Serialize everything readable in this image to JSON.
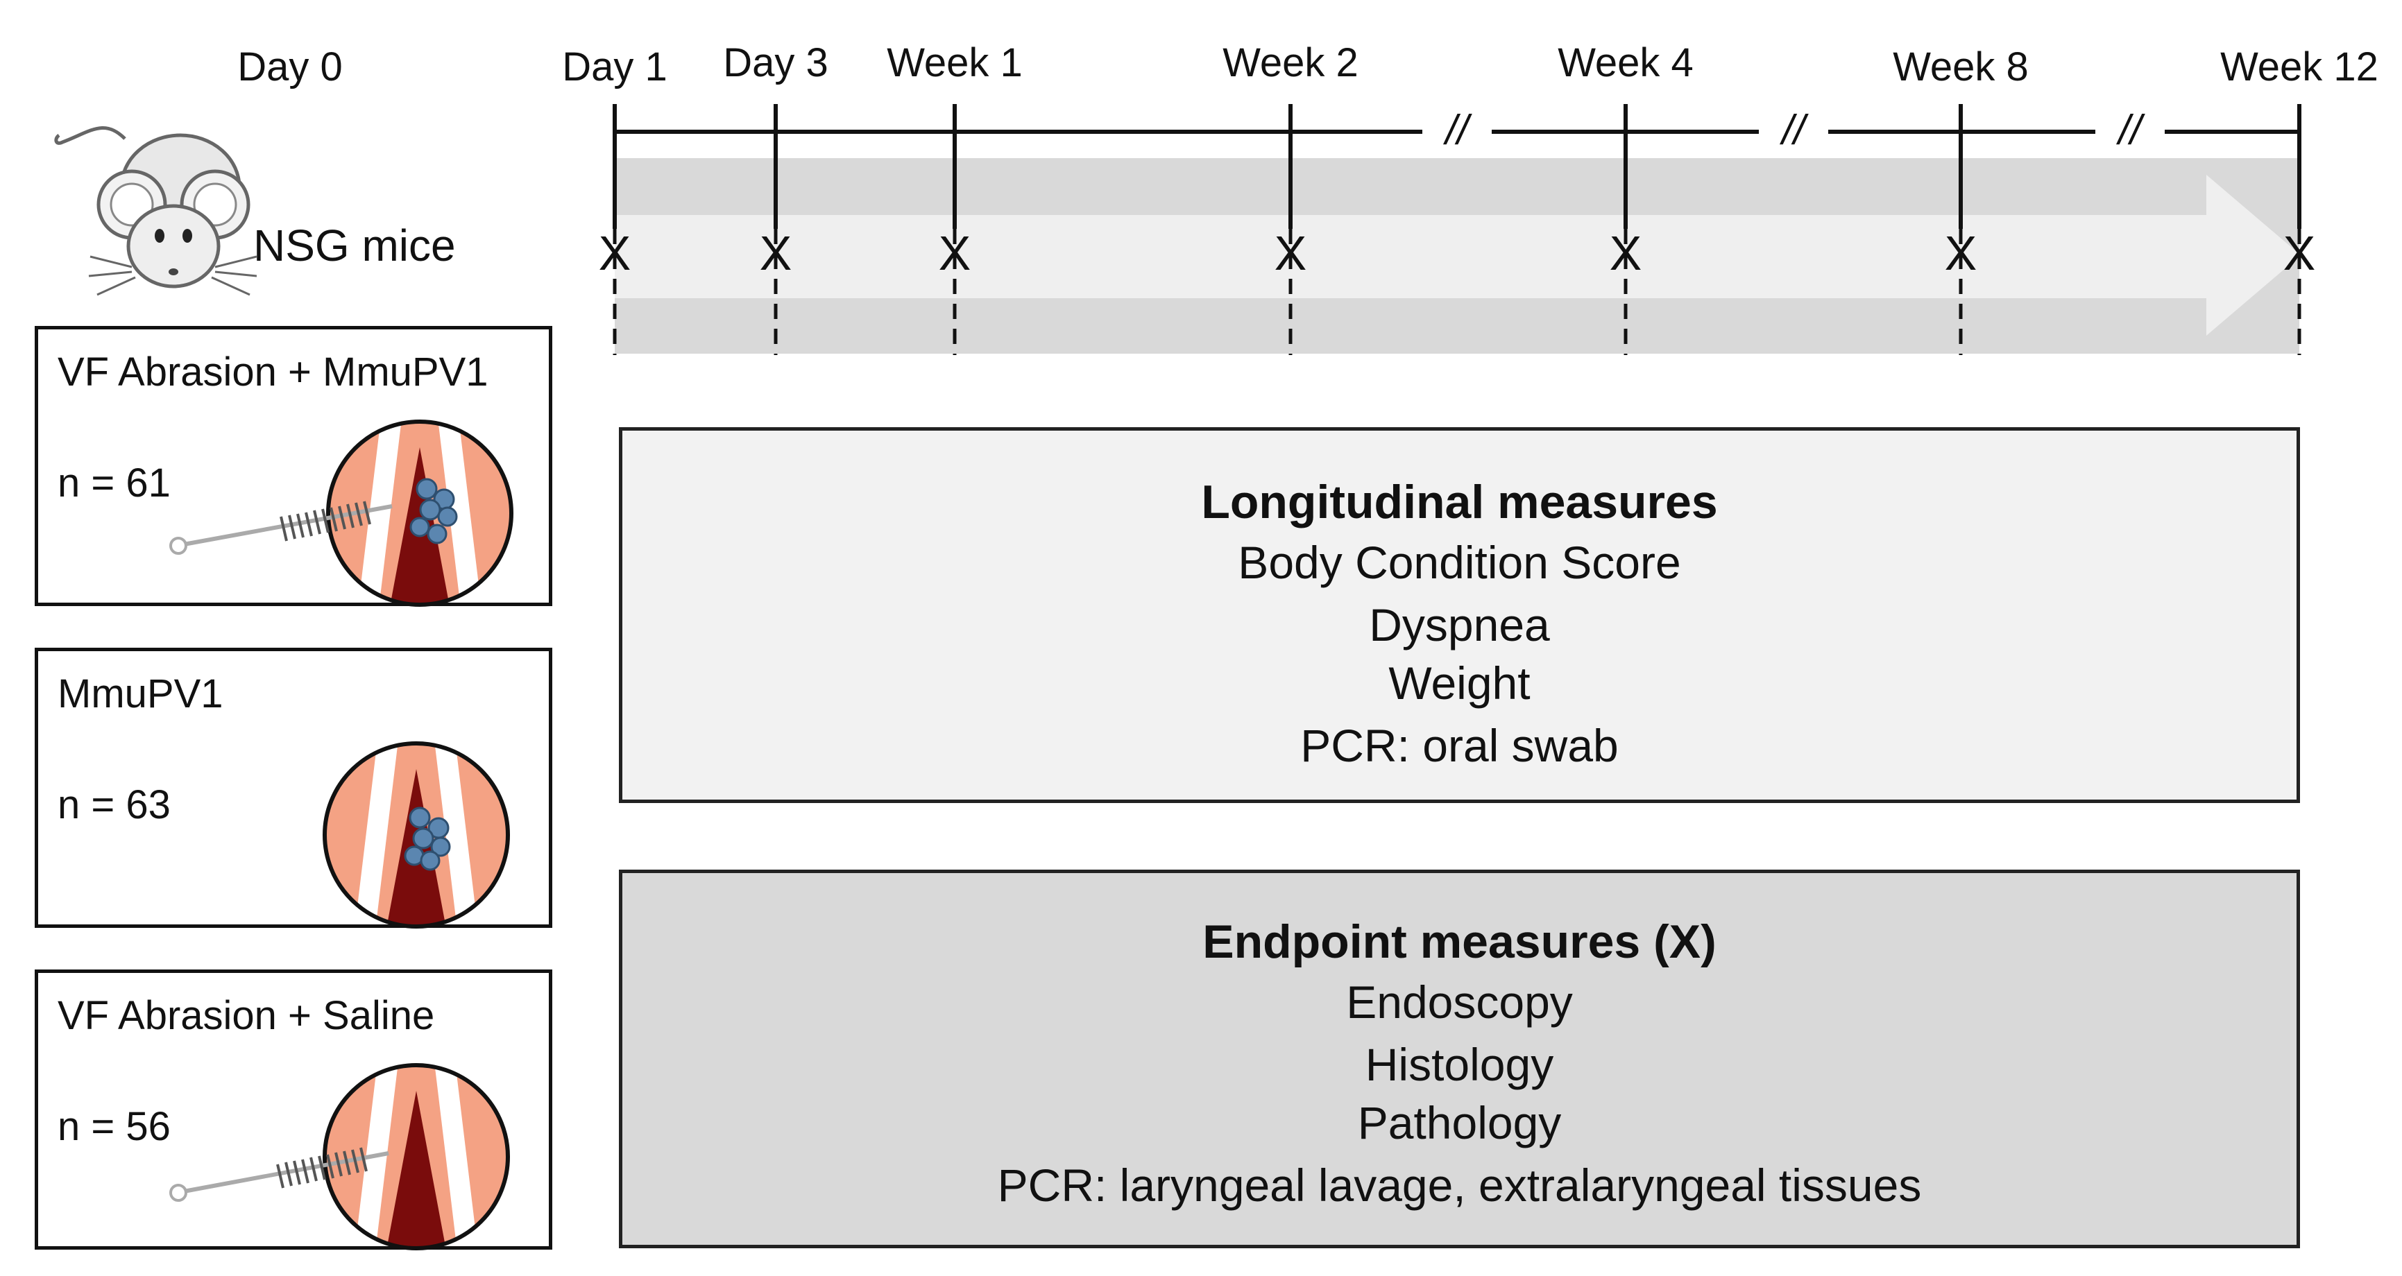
{
  "timeline": {
    "start_label": "Day 0",
    "points": [
      "Day 1",
      "Day 3",
      "Week 1",
      "Week 2",
      "Week 4",
      "Week 8",
      "Week 12"
    ],
    "break_marker": "//",
    "endpoint_marker": "X"
  },
  "mouse": {
    "label": "NSG mice"
  },
  "groups": [
    {
      "title": "VF Abrasion + MmuPV1",
      "n_label": "n = 61",
      "abrasion": true,
      "virus": true
    },
    {
      "title": "MmuPV1",
      "n_label": "n = 63",
      "abrasion": false,
      "virus": true
    },
    {
      "title": "VF Abrasion + Saline",
      "n_label": "n = 56",
      "abrasion": true,
      "virus": false
    }
  ],
  "longitudinal": {
    "heading": "Longitudinal measures",
    "items": [
      "Body Condition Score",
      "Dyspnea",
      "Weight",
      "PCR: oral swab"
    ]
  },
  "endpoint": {
    "heading": "Endpoint measures (X)",
    "items": [
      "Endoscopy",
      "Histology",
      "Pathology",
      "PCR: laryngeal lavage, extralaryngeal tissues"
    ]
  },
  "colors": {
    "tissue_pink": "#f4a284",
    "lumen_red": "#7a0c0c",
    "virus_blue": "#5b86b0",
    "arrow_gray": "#dadada",
    "longitudinal_fill": "#f2f2f2",
    "endpoint_fill": "#d9d9d9"
  }
}
